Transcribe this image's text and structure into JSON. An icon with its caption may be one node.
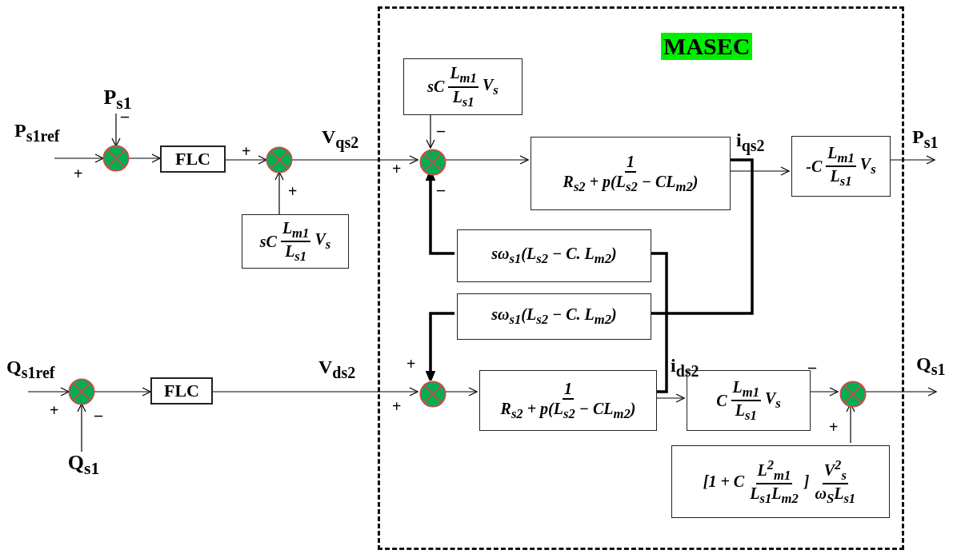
{
  "diagram": {
    "nodes": [
      {
        "text": [
          "MASEC"
        ]
      },
      {
        "text": [
          "P$_{s1}$"
        ]
      },
      {
        "text": [],
        "shape": "circle"
      },
      {
        "text": [
          "FLC"
        ]
      },
      {
        "text": [],
        "shape": "circle"
      },
      {
        "text": [
          "sC",
          "L$_{m1}$",
          "L$_{s1}$",
          "V$_{s}$"
        ]
      },
      {
        "text": [
          "sC",
          "L$_{m1}$",
          "L$_{s1}$",
          "V$_{s}$"
        ],
        "in": 0
      },
      {
        "text": [],
        "shape": "circle",
        "in": 0
      },
      {
        "text": [
          "1",
          "R$_{s2}$ + p(L$_{s2}$ − CL$_{m2}$)"
        ],
        "in": 0
      },
      {
        "text": [
          "-C",
          "L$_{m1}$",
          "L$_{s1}$",
          "V$_{s}$"
        ],
        "in": 0
      },
      {
        "text": [
          "sω$_{s1}$(L$_{s2}$ − C. L$_{m2}$)"
        ],
        "in": 0
      },
      {
        "text": [
          "sω$_{s1}$(L$_{s2}$ − C. L$_{m2}$)"
        ],
        "in": 0
      },
      {
        "text": [],
        "shape": "circle",
        "in": 0
      },
      {
        "text": [
          "1",
          "R$_{s2}$ + p(L$_{s2}$ − CL$_{m2}$)"
        ],
        "in": 0
      },
      {
        "text": [
          "C",
          "L$_{m1}$",
          "L$_{s1}$",
          "V$_{s}$"
        ],
        "in": 0
      },
      {
        "text": [],
        "shape": "circle",
        "in": 0
      },
      {
        "text": [
          "[1 + C",
          "L$^{2}$$_{m1}$",
          "L$_{s1}$L$_{m2}$",
          "]",
          "V$^{2}$$_{s}$",
          "ω$_{S}$L$_{s1}$"
        ],
        "in": 0
      },
      {
        "text": [],
        "shape": "circle"
      },
      {
        "text": [
          "FLC"
        ]
      },
      {
        "text": [
          "Q$_{s1}$"
        ]
      }
    ],
    "edges": [
      {
        "from": null,
        "to": 2,
        "arrow": "to",
        "label": "P$_{s1ref}$"
      },
      {
        "from": 1,
        "to": 2,
        "arrow": "to"
      },
      {
        "from": 2,
        "to": 3,
        "arrow": "to"
      },
      {
        "from": 3,
        "to": 4,
        "arrow": "to"
      },
      {
        "from": 5,
        "to": 4,
        "arrow": "to"
      },
      {
        "from": 4,
        "to": 7,
        "arrow": "to",
        "label": "V$_{qs2}$"
      },
      {
        "from": 6,
        "to": 7,
        "arrow": "to"
      },
      {
        "from": 7,
        "to": 8,
        "arrow": "to"
      },
      {
        "from": 8,
        "to": 9,
        "arrow": "to",
        "label": "i$_{qs2}$"
      },
      {
        "from": 9,
        "to": null,
        "arrow": "to",
        "label": "P$_{s1}$"
      },
      {
        "from": 10,
        "to": 7,
        "arrow": "to",
        "style": "thick"
      },
      {
        "from": 8,
        "to": 11,
        "arrow": "none",
        "style": "thick"
      },
      {
        "from": 11,
        "to": 12,
        "arrow": "to",
        "style": "thick"
      },
      {
        "from": 13,
        "to": 10,
        "arrow": "none",
        "style": "thick"
      },
      {
        "from": null,
        "to": 17,
        "arrow": "to",
        "label": "Q$_{s1ref}$"
      },
      {
        "from": 19,
        "to": 17,
        "arrow": "to"
      },
      {
        "from": 17,
        "to": 18,
        "arrow": "to"
      },
      {
        "from": 18,
        "to": 12,
        "arrow": "to",
        "label": "V$_{ds2}$"
      },
      {
        "from": 12,
        "to": 13,
        "arrow": "to"
      },
      {
        "from": 13,
        "to": 14,
        "arrow": "to",
        "label": "i$_{ds2}$"
      },
      {
        "from": 14,
        "to": 15,
        "arrow": "to"
      },
      {
        "from": 16,
        "to": 15,
        "arrow": "to"
      },
      {
        "from": 15,
        "to": null,
        "arrow": "to",
        "label": "Q$_{s1}$"
      }
    ],
    "labels": [
      "–",
      "+",
      "–",
      "+",
      "+",
      "+",
      "–",
      "+",
      "–",
      "+",
      "+",
      "–",
      "+"
    ]
  }
}
